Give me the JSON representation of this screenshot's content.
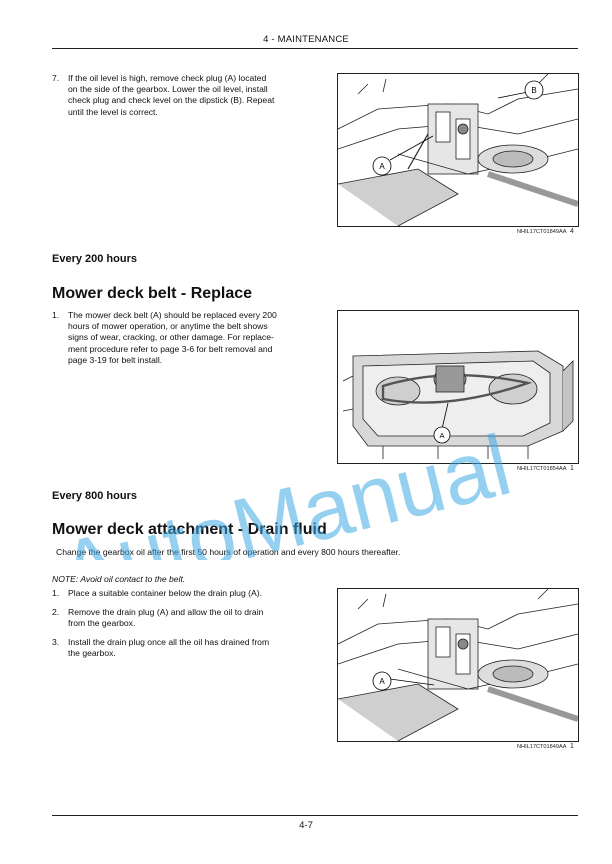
{
  "header": {
    "section_title": "4 - MAINTENANCE"
  },
  "block1": {
    "step_number": "7.",
    "step_lines": [
      "If the oil level is high, remove check plug (A) located",
      "on the side of the gearbox.  Lower the oil level, install",
      "check plug and check level on the dipstick (B). Repeat",
      "until the level is correct."
    ],
    "figure": {
      "callouts": [
        "A",
        "B"
      ],
      "code": "NHIL17CT01849AA",
      "number": "4"
    }
  },
  "section_200": {
    "interval": "Every 200 hours",
    "title": "Mower deck belt - Replace",
    "step_number": "1.",
    "step_lines": [
      "The mower deck belt (A) should be replaced every 200",
      "hours of mower operation, or anytime the belt shows",
      "signs of wear, cracking, or other damage.  For replace-",
      "ment procedure refer to page 3-6 for belt removal and",
      "page 3-19 for belt install."
    ],
    "figure": {
      "callouts": [
        "A"
      ],
      "code": "NHIL17CT01854AA",
      "number": "1"
    }
  },
  "section_800": {
    "interval": "Every 800 hours",
    "title": "Mower deck attachment - Drain fluid",
    "intro": "Change the gearbox oil after the first 50 hours of operation and every 800 hours thereafter.",
    "note": "NOTE: Avoid oil contact to the belt.",
    "steps": [
      {
        "number": "1.",
        "lines": [
          "Place a suitable container below the drain plug (A)."
        ]
      },
      {
        "number": "2.",
        "lines": [
          "Remove the drain plug (A) and allow the oil to drain",
          "from the gearbox."
        ]
      },
      {
        "number": "3.",
        "lines": [
          "Install the drain plug once all the oil has drained from",
          "the gearbox."
        ]
      }
    ],
    "figure": {
      "callouts": [
        "A"
      ],
      "code": "NHIL17CT01849AA",
      "number": "1"
    }
  },
  "footer": {
    "page_number": "4-7"
  },
  "watermark": {
    "text": "AutoManual",
    "color": "#3fa9e6"
  }
}
